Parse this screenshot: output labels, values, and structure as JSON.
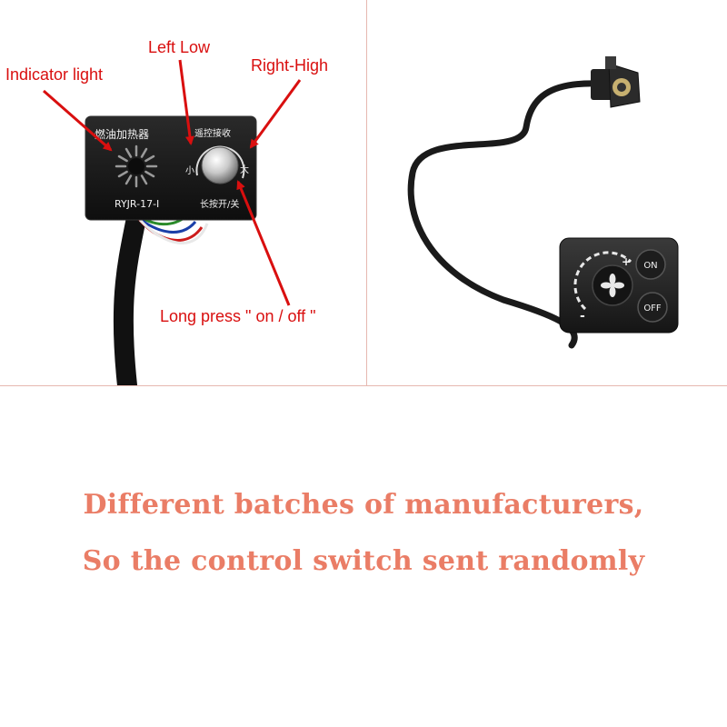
{
  "left_panel": {
    "labels": {
      "indicator_light": "Indicator light",
      "left_low": "Left Low",
      "right_high": "Right-High",
      "long_press": "Long press \" on / off \""
    },
    "device": {
      "title": "燃油加热器",
      "remote_label": "遥控接收",
      "small_label": "小",
      "large_label": "大",
      "model": "RYJR-17-I",
      "power_label": "长按开/关"
    }
  },
  "right_panel": {
    "device": {
      "on_label": "ON",
      "off_label": "OFF",
      "plus_label": "+",
      "minus_label": "-"
    }
  },
  "caption": {
    "line1": "Different batches of manufacturers,",
    "line2": "So the control switch sent randomly"
  },
  "colors": {
    "annotation_red": "#d90f0f",
    "caption_salmon": "#ea7d66",
    "divider": "#e6b8b0"
  },
  "icons": [
    "arrow-icon",
    "fan-icon"
  ]
}
